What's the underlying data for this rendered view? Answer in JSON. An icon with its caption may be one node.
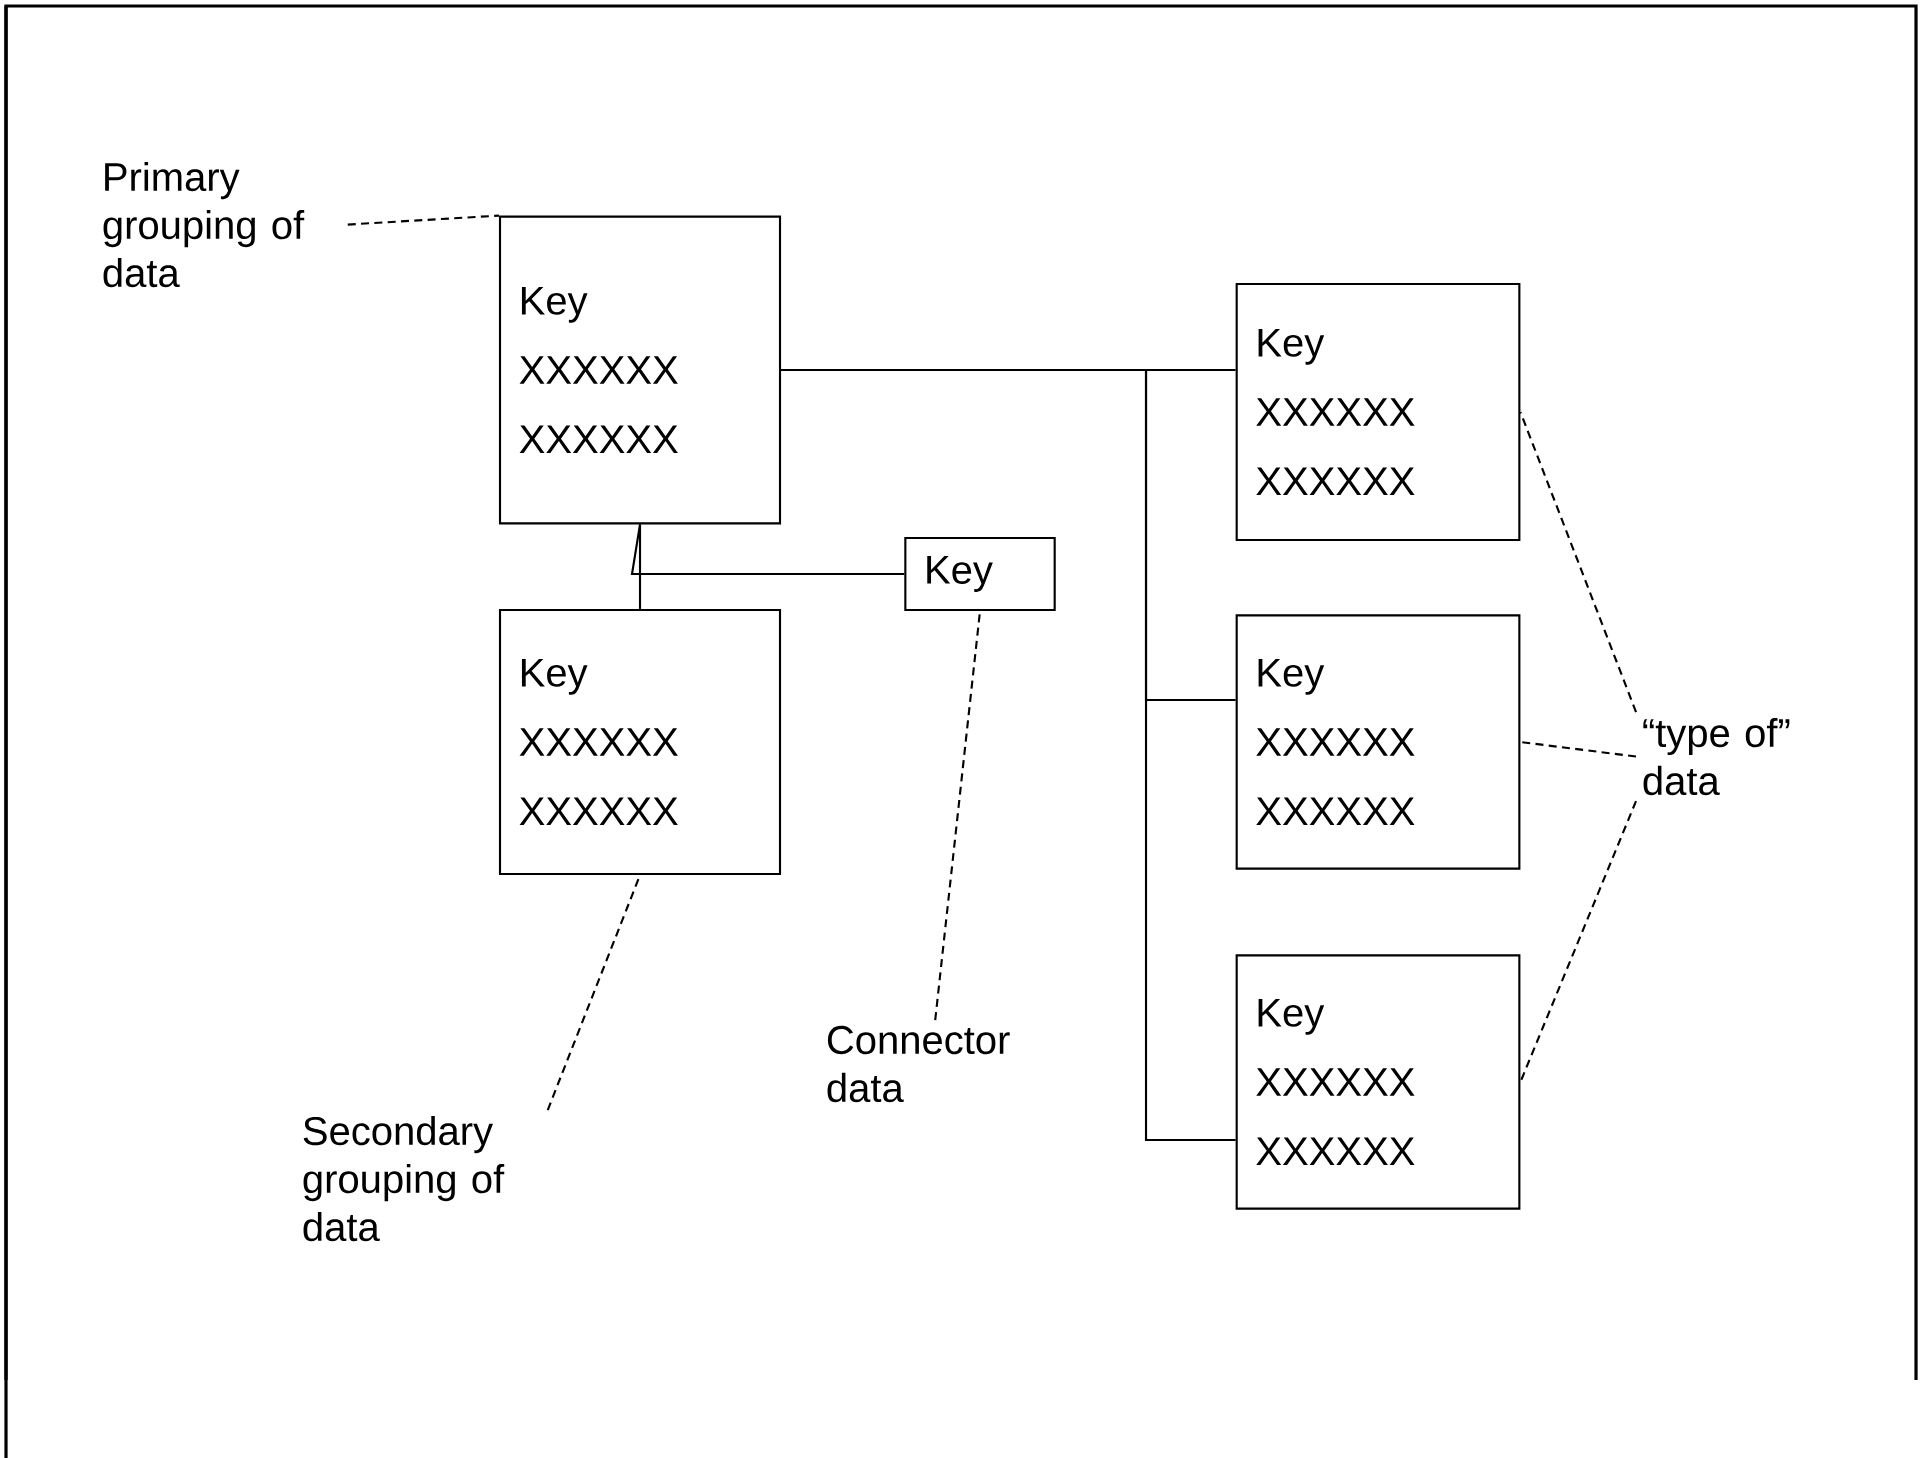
{
  "diagram": {
    "nodes": [
      {
        "text": [
          "Key",
          "XXXXXX",
          "XXXXXX"
        ]
      },
      {
        "text": [
          "Key",
          "XXXXXX",
          "XXXXXX"
        ]
      },
      {
        "text": [
          "Key"
        ]
      },
      {
        "text": [
          "Key",
          "XXXXXX",
          "XXXXXX"
        ]
      },
      {
        "text": [
          "Key",
          "XXXXXX",
          "XXXXXX"
        ]
      },
      {
        "text": [
          "Key",
          "XXXXXX",
          "XXXXXX"
        ]
      },
      {
        "text": [
          "Primary grouping of data"
        ]
      },
      {
        "text": [
          "Secondary grouping of data"
        ]
      },
      {
        "text": [
          "Connector data"
        ]
      },
      {
        "text": [
          "“type of” data"
        ]
      }
    ],
    "edges": [
      {
        "from": 0,
        "to": 1,
        "arrow": "none"
      },
      {
        "from": 0,
        "to": 2,
        "arrow": "none"
      },
      {
        "from": 0,
        "to": 3,
        "arrow": "none"
      },
      {
        "from": 0,
        "to": 4,
        "arrow": "none"
      },
      {
        "from": 0,
        "to": 5,
        "arrow": "none"
      },
      {
        "from": 6,
        "to": 0,
        "arrow": "none",
        "style": "dashed"
      },
      {
        "from": 7,
        "to": 1,
        "arrow": "none",
        "style": "dashed"
      },
      {
        "from": 8,
        "to": 2,
        "arrow": "none",
        "style": "dashed"
      },
      {
        "from": 9,
        "to": 3,
        "arrow": "none",
        "style": "dashed"
      },
      {
        "from": 9,
        "to": 4,
        "arrow": "none",
        "style": "dashed"
      },
      {
        "from": 9,
        "to": 5,
        "arrow": "none",
        "style": "dashed"
      }
    ]
  }
}
